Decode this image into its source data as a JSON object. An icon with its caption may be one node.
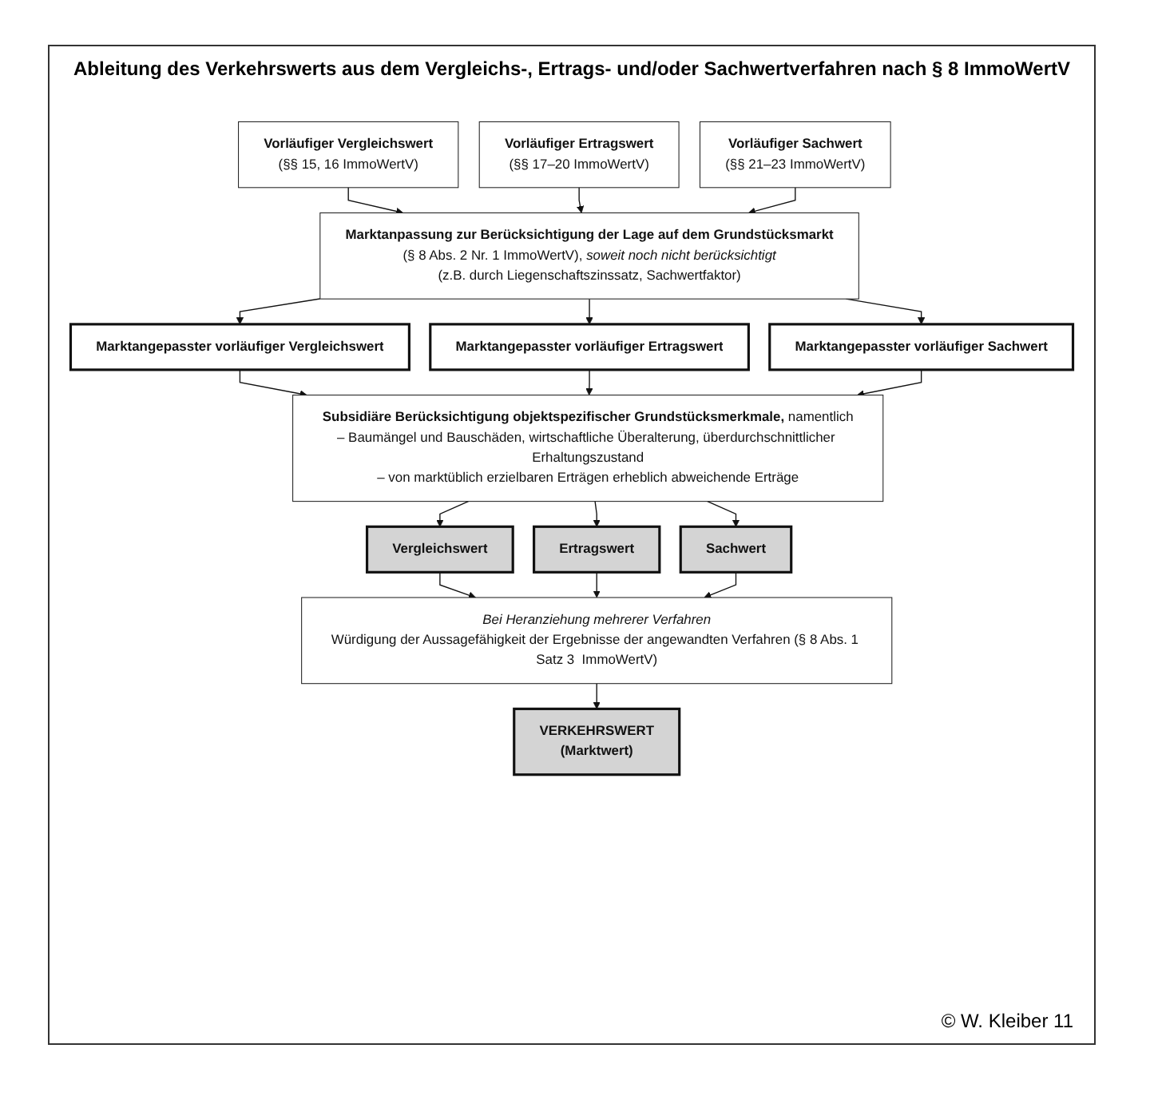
{
  "diagram": {
    "title": "Ableitung des Verkehrswerts aus dem Vergleichs-, Ertrags- und/oder Sachwertverfahren nach § 8 ImmoWertV",
    "nodes": [
      {
        "text": [
          "Vorläufiger Vergleichswert",
          "(§§ 15, 16 ImmoWertV)"
        ]
      },
      {
        "text": [
          "Vorläufiger Ertragswert",
          "(§§ 17–20 ImmoWertV)"
        ]
      },
      {
        "text": [
          "Vorläufiger Sachwert",
          "(§§ 21–23 ImmoWertV)"
        ]
      },
      {
        "text": [
          "Marktanpassung zur Berücksichtigung der Lage auf dem Grundstücksmarkt",
          "(§ 8 Abs. 2 Nr. 1 ImmoWertV), *soweit noch nicht berücksichtigt*",
          "(z.B. durch Liegenschaftszinssatz, Sachwertfaktor)"
        ]
      },
      {
        "text": [
          "Marktangepasster vorläufiger Vergleichswert"
        ]
      },
      {
        "text": [
          "Marktangepasster vorläufiger Ertragswert"
        ]
      },
      {
        "text": [
          "Marktangepasster vorläufiger Sachwert"
        ]
      },
      {
        "text": [
          "**Subsidiäre Berücksichtigung objektspezifischer Grundstücksmerkmale,** namentlich",
          "– Baumängel und Bauschäden, wirtschaftliche Überalterung, überdurchschnittlicher Erhaltungszustand",
          "– von marktüblich erzielbaren Erträgen erheblich abweichende Erträge"
        ]
      },
      {
        "text": [
          "Vergleichswert"
        ]
      },
      {
        "text": [
          "Ertragswert"
        ]
      },
      {
        "text": [
          "Sachwert"
        ]
      },
      {
        "text": [
          "Bei Heranziehung mehrerer Verfahren",
          "Würdigung der Aussagefähigkeit der Ergebnisse der angewandten Verfahren (§ 8 Abs. 1 Satz 3  ImmoWertV)"
        ]
      },
      {
        "text": [
          "VERKEHRSWERT",
          "(Marktwert)"
        ]
      }
    ],
    "edges": [
      {
        "from": 0,
        "to": 3,
        "arrow": "to"
      },
      {
        "from": 1,
        "to": 3,
        "arrow": "to"
      },
      {
        "from": 2,
        "to": 3,
        "arrow": "to"
      },
      {
        "from": 3,
        "to": 4,
        "arrow": "to"
      },
      {
        "from": 3,
        "to": 5,
        "arrow": "to"
      },
      {
        "from": 3,
        "to": 6,
        "arrow": "to"
      },
      {
        "from": 4,
        "to": 7,
        "arrow": "to"
      },
      {
        "from": 5,
        "to": 7,
        "arrow": "to"
      },
      {
        "from": 6,
        "to": 7,
        "arrow": "to"
      },
      {
        "from": 7,
        "to": 8,
        "arrow": "to"
      },
      {
        "from": 7,
        "to": 9,
        "arrow": "to"
      },
      {
        "from": 7,
        "to": 10,
        "arrow": "to"
      },
      {
        "from": 8,
        "to": 11,
        "arrow": "to"
      },
      {
        "from": 9,
        "to": 11,
        "arrow": "to"
      },
      {
        "from": 10,
        "to": 11,
        "arrow": "to"
      },
      {
        "from": 11,
        "to": 12,
        "arrow": "to"
      }
    ],
    "labels": [
      "© W. Kleiber 11"
    ]
  }
}
